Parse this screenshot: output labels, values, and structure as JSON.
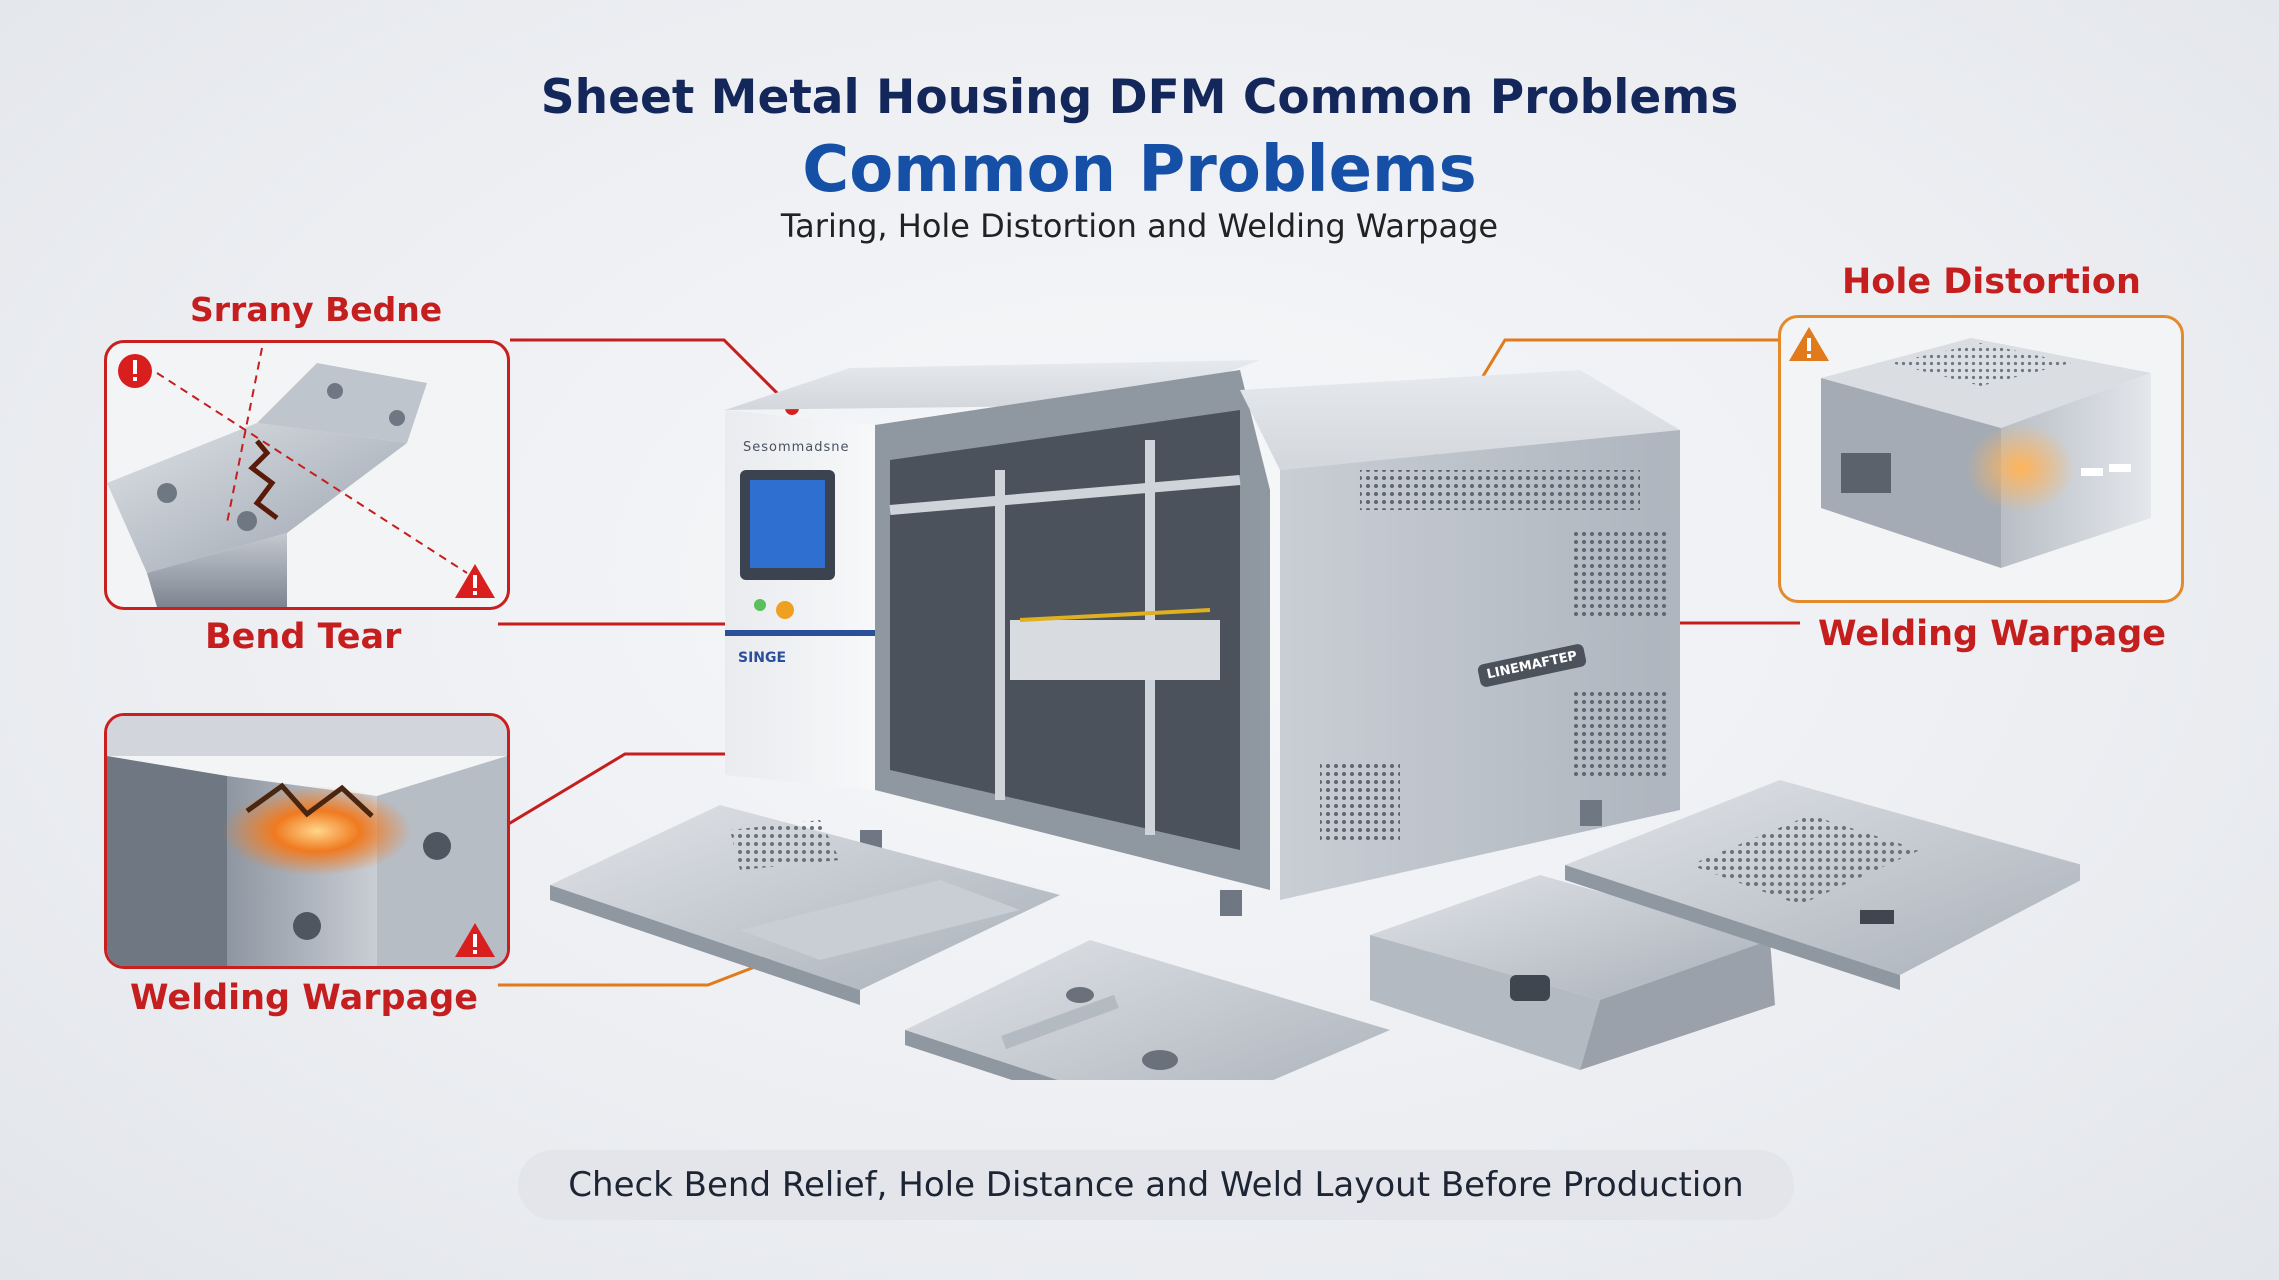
{
  "header": {
    "title_line1": "Sheet Metal Housing DFM Common Problems",
    "title_line2": "Common Problems",
    "subtitle": "Taring, Hole Distortion and Welding Warpage"
  },
  "callouts": {
    "top_left_heading": "Srrany Bedne",
    "bend_tear": "Bend Tear",
    "welding_warpage_left": "Welding Warpage",
    "hole_distortion": "Hole Distortion",
    "welding_warpage_right": "Welding Warpage"
  },
  "machine": {
    "front_brand": "Sesommadsne",
    "panel_badge": "SINGE",
    "side_badge": "LINEMAFTEP"
  },
  "footer": {
    "banner": "Check Bend Relief, Hole Distance and Weld Layout Before Production"
  },
  "colors": {
    "title_navy": "#14275a",
    "title_blue": "#1550a6",
    "problem_red": "#c41e1e",
    "problem_orange": "#e07a1a",
    "banner_bg": "#e3e5ea"
  },
  "icons": [
    "warning-triangle-icon",
    "error-circle-icon",
    "warning-triangle-orange-icon"
  ]
}
